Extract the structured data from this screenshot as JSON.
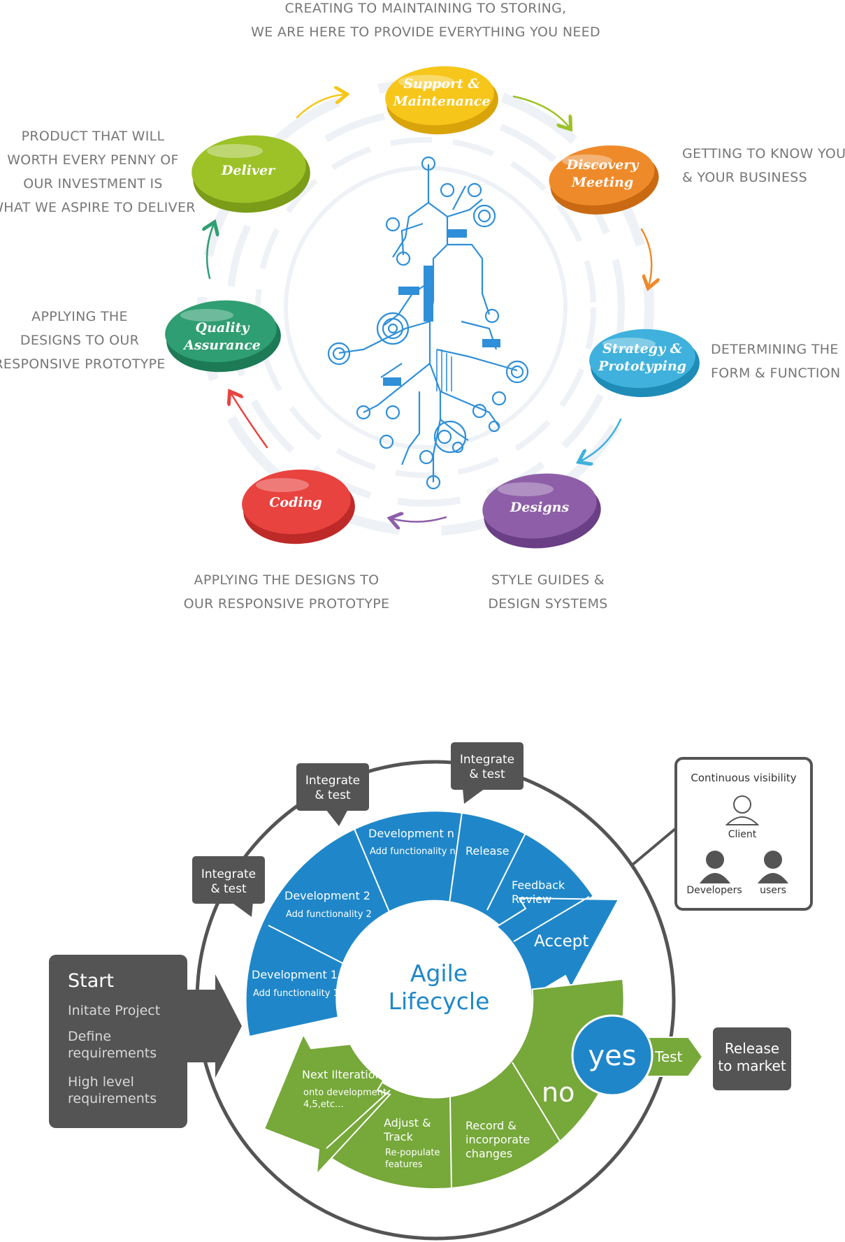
{
  "top": {
    "header_line1": "CREATING TO MAINTAINING TO STORING,",
    "header_line2": "WE ARE HERE TO PROVIDE EVERYTHING YOU NEED",
    "stages": [
      {
        "l1": "Support &",
        "l2": "Maintenance",
        "color": "#f6c61a"
      },
      {
        "l1": "Discovery",
        "l2": "Meeting",
        "color": "#ef8a2a"
      },
      {
        "l1": "Strategy &",
        "l2": "Prototyping",
        "color": "#3fb1dc"
      },
      {
        "l1": "Designs",
        "l2": "",
        "color": "#8e5fa8"
      },
      {
        "l1": "Coding",
        "l2": "",
        "color": "#e8433f"
      },
      {
        "l1": "Quality",
        "l2": "Assurance",
        "color": "#2f9e72"
      },
      {
        "l1": "Deliver",
        "l2": "",
        "color": "#9cc227"
      }
    ],
    "captions": {
      "deliver": [
        "PRODUCT THAT WILL",
        "WORTH EVERY PENNY OF",
        "OUR INVESTMENT IS",
        "WHAT WE ASPIRE TO DELIVER"
      ],
      "discovery": [
        "GETTING TO KNOW YOU",
        "& YOUR BUSINESS"
      ],
      "quality": [
        "APPLYING THE",
        "DESIGNS TO OUR",
        "RESPONSIVE PROTOTYPE"
      ],
      "strategy": [
        "DETERMINING THE",
        "FORM & FUNCTION"
      ],
      "coding": [
        "APPLYING THE DESIGNS TO",
        "OUR RESPONSIVE PROTOTYPE"
      ],
      "designs": [
        "STYLE GUIDES &",
        "DESIGN SYSTEMS"
      ]
    }
  },
  "agile": {
    "center_l1": "Agile",
    "center_l2": "Lifecycle",
    "start": {
      "title": "Start",
      "items": [
        [
          "Initate Project"
        ],
        [
          "Define",
          "requirements"
        ],
        [
          "High level",
          "requirements"
        ]
      ]
    },
    "integrate": [
      "Integrate",
      "& test"
    ],
    "segments": {
      "dev1": [
        "Development 1",
        "Add functionality 1"
      ],
      "dev2": [
        "Development 2",
        "Add functionality 2"
      ],
      "devn": [
        "Development n",
        "Add functionality n"
      ],
      "release": "Release",
      "feedback": [
        "Feedback",
        "Review"
      ],
      "accept": "Accept",
      "record": [
        "Record &",
        "incorporate",
        "changes"
      ],
      "adjust": [
        "Adjust &",
        "Track"
      ],
      "adjust_sub": [
        "Re-populate",
        "features"
      ],
      "next": "Next Ilteration",
      "next_sub": [
        "onto development",
        "4,5,etc..."
      ]
    },
    "yes": "yes",
    "no": "no",
    "test": "Test",
    "release_market": [
      "Release",
      "to market"
    ],
    "visibility": {
      "title": "Continuous visibility",
      "client": "Client",
      "developers": "Developers",
      "users": "users"
    },
    "colors": {
      "blue": "#1f87c9",
      "green": "#76a83a",
      "dark": "#545454"
    }
  }
}
